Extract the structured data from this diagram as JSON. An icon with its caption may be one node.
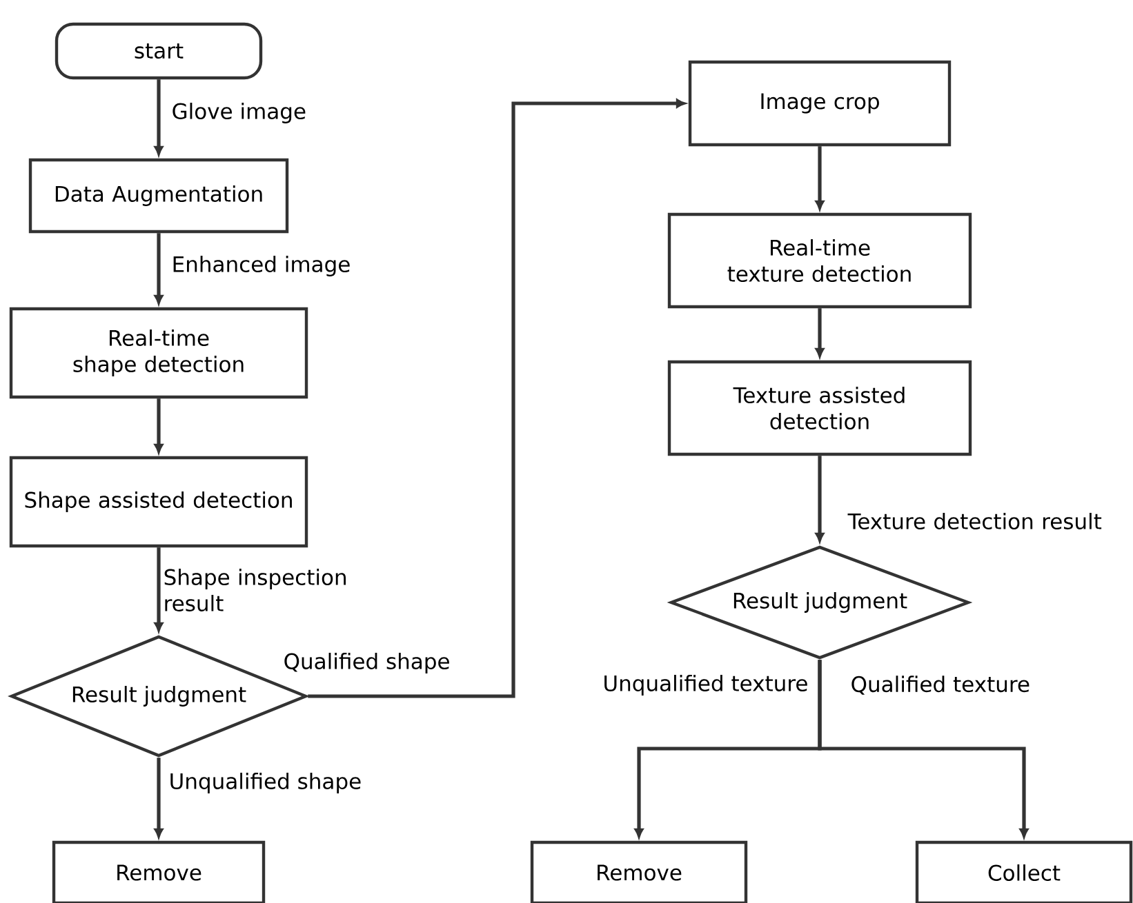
{
  "diagram": {
    "nodes": [
      {
        "text": [
          "start"
        ]
      },
      {
        "text": [
          "Data Augmentation"
        ]
      },
      {
        "text": [
          "Real-time shape detection"
        ]
      },
      {
        "text": [
          "Shape assisted detection"
        ]
      },
      {
        "text": [
          "Result judgment"
        ]
      },
      {
        "text": [
          "Remove"
        ]
      },
      {
        "text": [
          "Image crop"
        ]
      },
      {
        "text": [
          "Real-time texture detection"
        ]
      },
      {
        "text": [
          "Texture assisted detection"
        ]
      },
      {
        "text": [
          "Result judgment"
        ]
      },
      {
        "text": [
          "Remove"
        ]
      },
      {
        "text": [
          "Collect"
        ]
      }
    ],
    "edges": [
      {
        "from": 0,
        "to": 1,
        "arrow": "to",
        "label": "Glove image"
      },
      {
        "from": 1,
        "to": 2,
        "arrow": "to",
        "label": "Enhanced image"
      },
      {
        "from": 2,
        "to": 3,
        "arrow": "to"
      },
      {
        "from": 3,
        "to": 4,
        "arrow": "to",
        "label": "Shape inspection result"
      },
      {
        "from": 4,
        "to": 5,
        "arrow": "to",
        "label": "Unqualified shape"
      },
      {
        "from": 4,
        "to": 6,
        "arrow": "to",
        "label": "Qualified shape"
      },
      {
        "from": 6,
        "to": 7,
        "arrow": "to"
      },
      {
        "from": 7,
        "to": 8,
        "arrow": "to"
      },
      {
        "from": 8,
        "to": 9,
        "arrow": "to",
        "label": "Texture detection result"
      },
      {
        "from": 9,
        "to": 10,
        "arrow": "to",
        "label": "Unqualified texture"
      },
      {
        "from": 9,
        "to": 11,
        "arrow": "to",
        "label": "Qualified texture"
      }
    ]
  }
}
